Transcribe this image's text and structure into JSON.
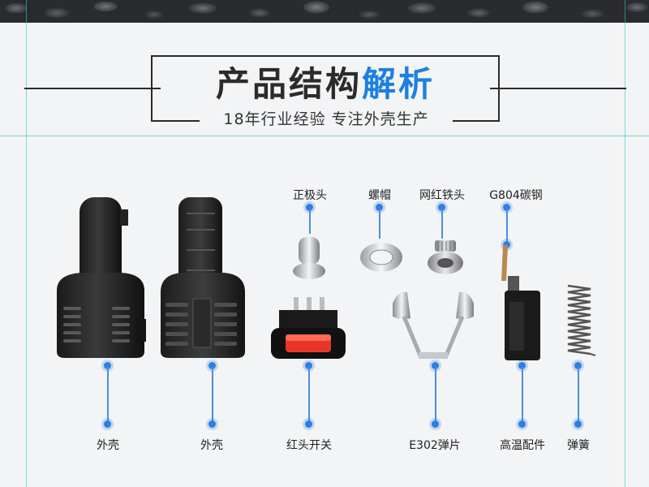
{
  "header": {
    "title_main": "产品结构",
    "title_accent": "解析",
    "subtitle": "18年行业经验 专注外壳生产"
  },
  "parts_top": [
    {
      "label": "正极头"
    },
    {
      "label": "螺帽"
    },
    {
      "label": "网红铁头"
    },
    {
      "label": "G804碳钢"
    }
  ],
  "parts_bottom": [
    {
      "label": "外壳"
    },
    {
      "label": "外壳"
    },
    {
      "label": "红头开关"
    },
    {
      "label": "E302弹片"
    },
    {
      "label": "高温配件"
    },
    {
      "label": "弹簧"
    }
  ],
  "colors": {
    "accent": "#1f7fe0",
    "title": "#2b2b2b",
    "background": "#f3f4f6",
    "switch_red": "#e8352a",
    "guide": "#39c3c3"
  }
}
